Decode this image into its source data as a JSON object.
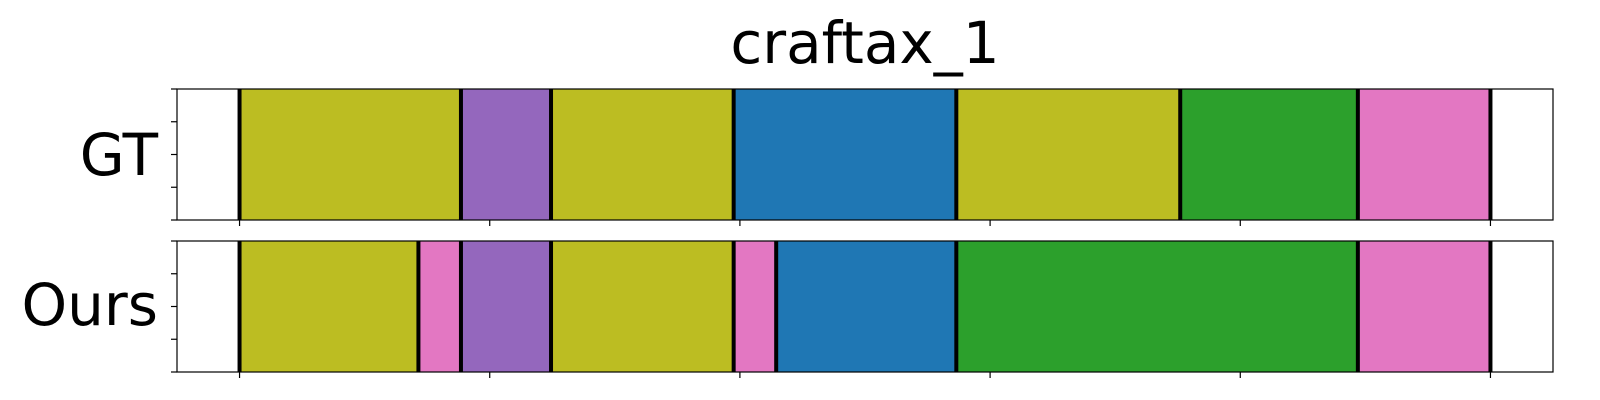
{
  "chart_data": {
    "type": "segmentation-timeline",
    "title": "craftax_1",
    "xlim": [
      0,
      11
    ],
    "x_ticks": [
      0.5,
      2.5,
      4.5,
      6.5,
      8.5,
      10.5
    ],
    "x_tick_labels": [],
    "y_ticks_per_row": 5,
    "rows": [
      {
        "name": "GT",
        "segments": [
          {
            "start": 0.5,
            "end": 2.27,
            "color": "#bcbd22"
          },
          {
            "start": 2.27,
            "end": 2.99,
            "color": "#9467bd"
          },
          {
            "start": 2.99,
            "end": 4.45,
            "color": "#bcbd22"
          },
          {
            "start": 4.45,
            "end": 6.23,
            "color": "#1f77b4"
          },
          {
            "start": 6.23,
            "end": 8.02,
            "color": "#bcbd22"
          },
          {
            "start": 8.02,
            "end": 9.44,
            "color": "#2ca02c"
          },
          {
            "start": 9.44,
            "end": 10.5,
            "color": "#e377c2"
          }
        ]
      },
      {
        "name": "Ours",
        "segments": [
          {
            "start": 0.5,
            "end": 1.93,
            "color": "#bcbd22"
          },
          {
            "start": 1.93,
            "end": 2.27,
            "color": "#e377c2"
          },
          {
            "start": 2.27,
            "end": 2.99,
            "color": "#9467bd"
          },
          {
            "start": 2.99,
            "end": 4.45,
            "color": "#bcbd22"
          },
          {
            "start": 4.45,
            "end": 4.79,
            "color": "#e377c2"
          },
          {
            "start": 4.79,
            "end": 6.23,
            "color": "#1f77b4"
          },
          {
            "start": 6.23,
            "end": 9.44,
            "color": "#2ca02c"
          },
          {
            "start": 9.44,
            "end": 10.5,
            "color": "#e377c2"
          }
        ]
      }
    ],
    "boundary_color": "#000000"
  }
}
